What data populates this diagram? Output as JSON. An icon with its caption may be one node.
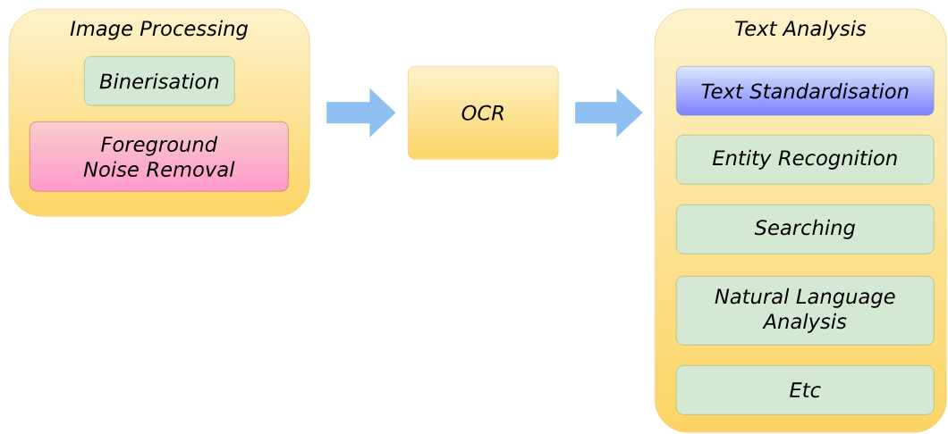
{
  "diagram": {
    "nodes": [
      {
        "text": [
          "Image Processing"
        ]
      },
      {
        "text": [
          "Binerisation"
        ],
        "in": 0
      },
      {
        "text": [
          "Foreground Noise Removal"
        ],
        "in": 0
      },
      {
        "text": [
          "OCR"
        ]
      },
      {
        "text": [
          "Text Analysis"
        ]
      },
      {
        "text": [
          "Text Standardisation"
        ],
        "in": 4
      },
      {
        "text": [
          "Entity Recognition"
        ],
        "in": 4
      },
      {
        "text": [
          "Searching"
        ],
        "in": 4
      },
      {
        "text": [
          "Natural Language Analysis"
        ],
        "in": 4
      },
      {
        "text": [
          "Etc"
        ],
        "in": 4
      }
    ],
    "edges": [
      {
        "from": 0,
        "to": 3,
        "arrow": "to"
      },
      {
        "from": 3,
        "to": 4,
        "arrow": "to"
      }
    ]
  }
}
